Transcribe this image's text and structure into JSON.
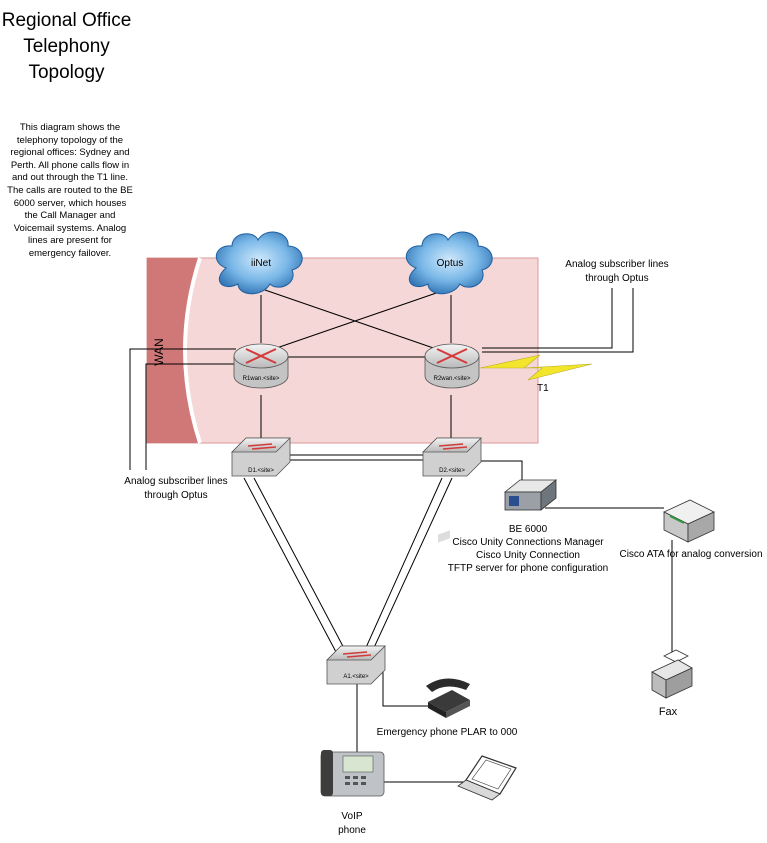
{
  "title": "Regional Office Telephony Topology",
  "description": "This diagram shows the telephony topology of the regional offices: Sydney and Perth. All phone calls flow in and out through the T1 line. The calls are routed to the BE 6000 server, which houses the Call Manager and Voicemail systems. Analog lines are present for emergency failover.",
  "wan_label": "WAN",
  "clouds": {
    "iinet": "iiNet",
    "optus": "Optus"
  },
  "routers": {
    "r1": "R1wan.<site>",
    "r2": "R2wan.<site>"
  },
  "switches": {
    "d1": "D1.<site>",
    "d2": "D2.<site>",
    "a1": "A1.<site>"
  },
  "t1_label": "T1",
  "analog_right": [
    "Analog subscriber lines",
    "through Optus"
  ],
  "analog_left": [
    "Analog subscriber lines",
    "through Optus"
  ],
  "server_lines": [
    "BE 6000",
    "Cisco Unity Connections Manager",
    "Cisco Unity Connection",
    "TFTP server for phone configuration"
  ],
  "ata_label": "Cisco ATA for analog conversion",
  "fax_label": "Fax",
  "emergency_label": "Emergency phone PLAR to 000",
  "voip_lines": [
    "VoIP",
    "phone"
  ],
  "colors": {
    "wan_fill": "#f5d5d5",
    "wan_band": "#d47a7a",
    "cloud": "#3f8fcf",
    "router": "#dcdcdc",
    "arrow": "#d43a3a",
    "t1": "#f3e52b"
  }
}
